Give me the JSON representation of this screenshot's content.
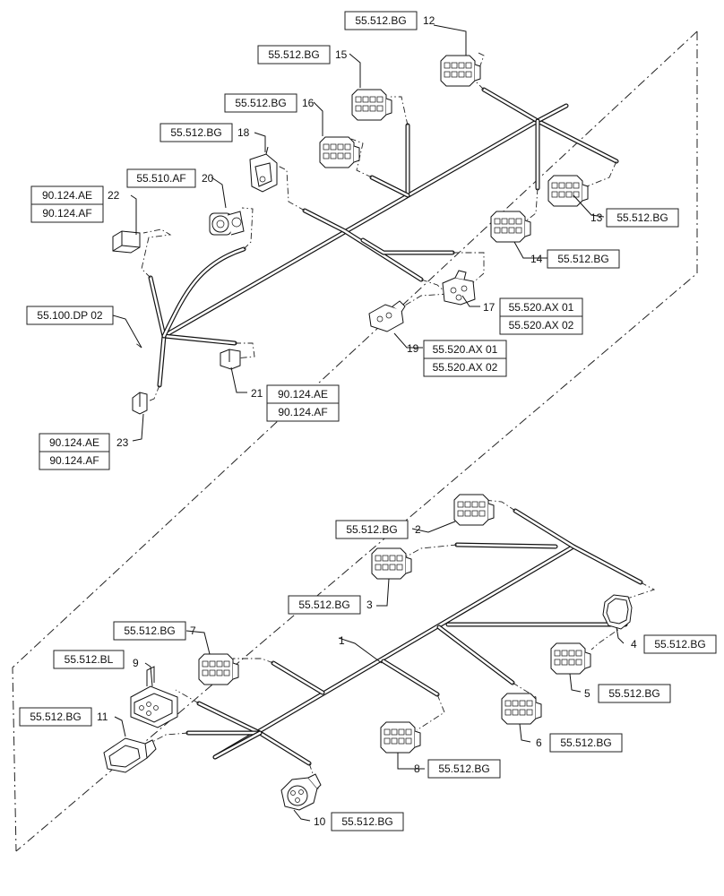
{
  "callouts": [
    {
      "num": "1"
    },
    {
      "num": "2",
      "refs": [
        "55.512.BG"
      ]
    },
    {
      "num": "3",
      "refs": [
        "55.512.BG"
      ]
    },
    {
      "num": "4",
      "refs": [
        "55.512.BG"
      ]
    },
    {
      "num": "5",
      "refs": [
        "55.512.BG"
      ]
    },
    {
      "num": "6",
      "refs": [
        "55.512.BG"
      ]
    },
    {
      "num": "7",
      "refs": [
        "55.512.BG"
      ]
    },
    {
      "num": "8",
      "refs": [
        "55.512.BG"
      ]
    },
    {
      "num": "9",
      "refs": [
        "55.512.BL"
      ]
    },
    {
      "num": "10",
      "refs": [
        "55.512.BG"
      ]
    },
    {
      "num": "11",
      "refs": [
        "55.512.BG"
      ]
    },
    {
      "num": "12",
      "refs": [
        "55.512.BG"
      ]
    },
    {
      "num": "13",
      "refs": [
        "55.512.BG"
      ]
    },
    {
      "num": "14",
      "refs": [
        "55.512.BG"
      ]
    },
    {
      "num": "15",
      "refs": [
        "55.512.BG"
      ]
    },
    {
      "num": "16",
      "refs": [
        "55.512.BG"
      ]
    },
    {
      "num": "17",
      "refs": [
        "55.520.AX 01",
        "55.520.AX 02"
      ]
    },
    {
      "num": "18",
      "refs": [
        "55.512.BG"
      ]
    },
    {
      "num": "19",
      "refs": [
        "55.520.AX 01",
        "55.520.AX 02"
      ]
    },
    {
      "num": "20",
      "refs": [
        "55.510.AF"
      ]
    },
    {
      "num": "21",
      "refs": [
        "90.124.AE",
        "90.124.AF"
      ]
    },
    {
      "num": "22",
      "refs": [
        "90.124.AE",
        "90.124.AF"
      ]
    },
    {
      "num": "23",
      "refs": [
        "90.124.AE",
        "90.124.AF"
      ]
    }
  ],
  "unnumbered_refs": [
    "55.100.DP 02"
  ],
  "colors": {
    "line": "#111111",
    "background": "#ffffff"
  }
}
